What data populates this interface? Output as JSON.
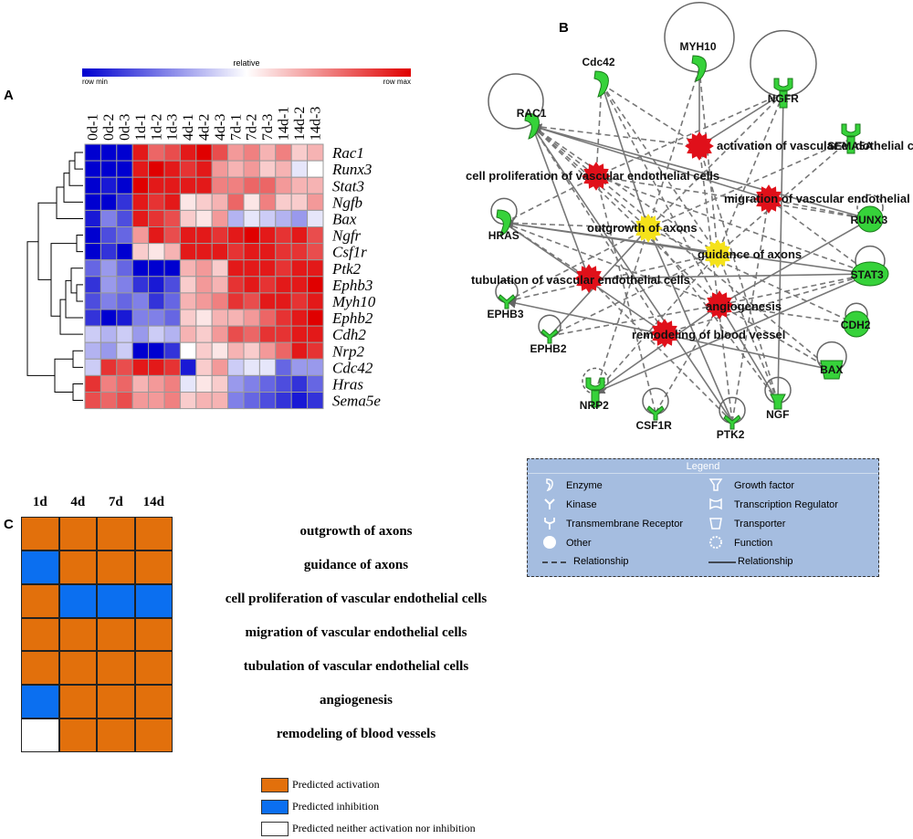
{
  "panels": {
    "a": "A",
    "b": "B",
    "c": "C"
  },
  "heatmap": {
    "scale": {
      "title": "relative",
      "min_label": "row min",
      "max_label": "row max",
      "colors": [
        "#0000d0",
        "#ffffff",
        "#e00000"
      ]
    },
    "columns": [
      "0d-1",
      "0d-2",
      "0d-3",
      "1d-1",
      "1d-2",
      "1d-3",
      "4d-1",
      "4d-2",
      "4d-3",
      "7d-1",
      "7d-2",
      "7d-3",
      "14d-1",
      "14d-2",
      "14d-3"
    ],
    "rows": [
      "Rac1",
      "Runx3",
      "Stat3",
      "Ngfb",
      "Bax",
      "Ngfr",
      "Csf1r",
      "Ptk2",
      "Ephb3",
      "Myh10",
      "Ephb2",
      "Cdh2",
      "Nrp2",
      "Cdc42",
      "Hras",
      "Sema5e"
    ],
    "values": [
      [
        -1.0,
        -1.0,
        -1.0,
        0.9,
        0.6,
        0.7,
        0.9,
        1.0,
        0.7,
        0.4,
        0.5,
        0.3,
        0.5,
        0.2,
        0.3
      ],
      [
        -1.0,
        -1.0,
        -1.0,
        0.9,
        1.0,
        0.9,
        0.8,
        0.9,
        0.4,
        0.3,
        0.4,
        0.2,
        0.3,
        -0.1,
        0.0
      ],
      [
        -1.0,
        -0.9,
        -1.0,
        1.0,
        0.9,
        0.9,
        0.9,
        0.9,
        0.5,
        0.5,
        0.6,
        0.6,
        0.4,
        0.3,
        0.3
      ],
      [
        -1.0,
        -1.0,
        -0.8,
        0.9,
        0.8,
        0.9,
        0.1,
        0.2,
        0.3,
        0.6,
        0.1,
        0.5,
        0.2,
        0.2,
        0.4
      ],
      [
        -0.9,
        -0.5,
        -0.7,
        0.9,
        0.8,
        0.7,
        0.2,
        0.1,
        0.4,
        -0.3,
        -0.1,
        -0.2,
        -0.3,
        -0.4,
        -0.1
      ],
      [
        -1.0,
        -0.7,
        -0.6,
        0.4,
        0.9,
        0.7,
        0.9,
        0.9,
        0.8,
        0.9,
        1.0,
        0.9,
        0.8,
        0.9,
        0.7
      ],
      [
        -1.0,
        -0.8,
        -1.0,
        0.2,
        0.1,
        0.3,
        0.9,
        0.9,
        0.9,
        0.8,
        0.9,
        0.9,
        0.8,
        0.8,
        0.7
      ],
      [
        -0.6,
        -0.4,
        -0.6,
        -1.0,
        -1.0,
        -1.0,
        0.3,
        0.4,
        0.2,
        0.9,
        0.9,
        0.9,
        0.8,
        0.9,
        0.9
      ],
      [
        -0.8,
        -0.4,
        -0.5,
        -0.8,
        -0.9,
        -0.7,
        0.2,
        0.4,
        0.3,
        0.8,
        0.9,
        0.8,
        0.9,
        0.9,
        1.0
      ],
      [
        -0.7,
        -0.5,
        -0.6,
        -0.5,
        -0.8,
        -0.6,
        0.3,
        0.4,
        0.5,
        0.8,
        0.7,
        0.9,
        0.9,
        0.8,
        0.9
      ],
      [
        -0.8,
        -1.0,
        -0.9,
        -0.5,
        -0.5,
        -0.6,
        0.2,
        0.1,
        0.3,
        0.3,
        0.4,
        0.6,
        0.8,
        0.9,
        1.0
      ],
      [
        -0.2,
        -0.3,
        -0.2,
        -0.4,
        -0.2,
        -0.3,
        0.3,
        0.2,
        0.4,
        0.7,
        0.6,
        0.8,
        0.8,
        0.9,
        0.9
      ],
      [
        -0.3,
        -0.4,
        -0.2,
        -1.0,
        -1.0,
        -0.8,
        0.0,
        0.2,
        0.1,
        0.3,
        0.2,
        0.4,
        0.6,
        0.9,
        0.8
      ],
      [
        -0.2,
        0.8,
        0.7,
        0.9,
        0.9,
        0.8,
        -0.9,
        0.2,
        0.4,
        -0.2,
        -0.1,
        -0.1,
        -0.6,
        -0.4,
        -0.4
      ],
      [
        0.8,
        0.5,
        0.6,
        0.3,
        0.4,
        0.5,
        -0.1,
        0.1,
        0.2,
        -0.4,
        -0.5,
        -0.6,
        -0.7,
        -0.8,
        -0.6
      ],
      [
        0.7,
        0.6,
        0.7,
        0.4,
        0.4,
        0.5,
        0.2,
        0.3,
        0.3,
        -0.5,
        -0.6,
        -0.7,
        -0.8,
        -0.9,
        -0.8
      ]
    ]
  },
  "network": {
    "genes": [
      {
        "label": "MYH10",
        "shape": "enzyme",
        "color": "green"
      },
      {
        "label": "Cdc42",
        "shape": "enzyme",
        "color": "green"
      },
      {
        "label": "NGFR",
        "shape": "transmembrane-receptor",
        "color": "green"
      },
      {
        "label": "RAC1",
        "shape": "enzyme",
        "color": "green"
      },
      {
        "label": "SEMA5A",
        "shape": "transmembrane-receptor",
        "color": "green"
      },
      {
        "label": "RUNX3",
        "shape": "other",
        "color": "green"
      },
      {
        "label": "HRAS",
        "shape": "enzyme",
        "color": "green"
      },
      {
        "label": "STAT3",
        "shape": "transcription-regulator",
        "color": "green"
      },
      {
        "label": "EPHB3",
        "shape": "kinase",
        "color": "green"
      },
      {
        "label": "CDH2",
        "shape": "other",
        "color": "green"
      },
      {
        "label": "EPHB2",
        "shape": "kinase",
        "color": "green"
      },
      {
        "label": "BAX",
        "shape": "transporter",
        "color": "green"
      },
      {
        "label": "NRP2",
        "shape": "transmembrane-receptor",
        "color": "green"
      },
      {
        "label": "CSF1R",
        "shape": "kinase",
        "color": "green"
      },
      {
        "label": "PTK2",
        "shape": "kinase",
        "color": "green"
      },
      {
        "label": "NGF",
        "shape": "growth-factor",
        "color": "green"
      }
    ],
    "functions": [
      {
        "label": "activation of vascular endothelial cells",
        "color": "red"
      },
      {
        "label": "cell proliferation of vascular endothelial cells",
        "color": "red"
      },
      {
        "label": "migration of vascular endothelial cells",
        "color": "red"
      },
      {
        "label": "outgrowth of axons",
        "color": "yellow"
      },
      {
        "label": "guidance of axons",
        "color": "yellow"
      },
      {
        "label": "tubulation of vascular endothelial cells",
        "color": "red"
      },
      {
        "label": "angiogenesis",
        "color": "red"
      },
      {
        "label": "remodeling of blood vessel",
        "color": "red"
      }
    ],
    "legend": {
      "title": "Legend",
      "items": [
        "Enzyme",
        "Growth factor",
        "Kinase",
        "Transcription Regulator",
        "Transmembrane Receptor",
        "Transporter",
        "Other",
        "Function"
      ],
      "relationship_dashed": "Relationship",
      "relationship_solid": "Relationship"
    }
  },
  "activation_table": {
    "columns": [
      "1d",
      "4d",
      "7d",
      "14d"
    ],
    "rows": [
      {
        "label": "outgrowth of axons",
        "states": [
          "activation",
          "activation",
          "activation",
          "activation"
        ]
      },
      {
        "label": "guidance of axons",
        "states": [
          "inhibition",
          "activation",
          "activation",
          "activation"
        ]
      },
      {
        "label": "cell proliferation of vascular endothelial cells",
        "states": [
          "activation",
          "inhibition",
          "inhibition",
          "inhibition"
        ]
      },
      {
        "label": "migration of vascular endothelial cells",
        "states": [
          "activation",
          "activation",
          "activation",
          "activation"
        ]
      },
      {
        "label": "tubulation of vascular endothelial cells",
        "states": [
          "activation",
          "activation",
          "activation",
          "activation"
        ]
      },
      {
        "label": "angiogenesis",
        "states": [
          "inhibition",
          "activation",
          "activation",
          "activation"
        ]
      },
      {
        "label": "remodeling of blood vessels",
        "states": [
          "neither",
          "activation",
          "activation",
          "activation"
        ]
      }
    ],
    "colors": {
      "activation": "#e2700c",
      "inhibition": "#0b6ff0",
      "neither": "#ffffff"
    },
    "legend": [
      {
        "state": "activation",
        "label": "Predicted activation"
      },
      {
        "state": "inhibition",
        "label": "Predicted inhibition"
      },
      {
        "state": "neither",
        "label": "Predicted neither activation nor inhibition"
      }
    ]
  }
}
